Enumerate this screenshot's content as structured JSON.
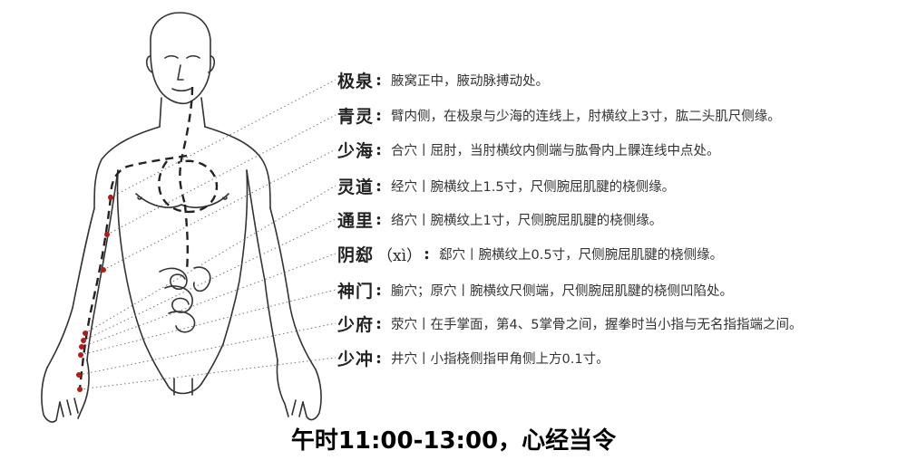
{
  "points": [
    {
      "name": "极泉",
      "pinyin": "",
      "desc": "腋窝正中，腋动脉搏动处。"
    },
    {
      "name": "青灵",
      "pinyin": "",
      "desc": "臂内侧，在极泉与少海的连线上，肘横纹上3寸，肱二头肌尺侧缘。"
    },
    {
      "name": "少海",
      "pinyin": "",
      "desc": "合穴丨屈肘，当肘横纹内侧端与肱骨内上髁连线中点处。"
    },
    {
      "name": "灵道",
      "pinyin": "",
      "desc": "经穴丨腕横纹上1.5寸，尺侧腕屈肌腱的桡侧缘。"
    },
    {
      "name": "通里",
      "pinyin": "",
      "desc": "络穴丨腕横纹上1寸，尺侧腕屈肌腱的桡侧缘。"
    },
    {
      "name": "阴郄",
      "pinyin": "（xì）",
      "desc": "郄穴丨腕横纹上0.5寸，尺侧腕屈肌腱的桡侧缘。"
    },
    {
      "name": "神门",
      "pinyin": "",
      "desc": "腧穴；原穴丨腕横纹尺侧端，尺侧腕屈肌腱的桡侧凹陷处。"
    },
    {
      "name": "少府",
      "pinyin": "",
      "desc": "荥穴丨在手掌面，第4、5掌骨之间，握拳时当小指与无名指指端之间。"
    },
    {
      "name": "少冲",
      "pinyin": "",
      "desc": "井穴丨小指桡侧指甲角侧上方0.1寸。"
    }
  ],
  "caption": "午时11:00-13:00，心经当令",
  "colors": {
    "point": "#b31b1b",
    "line": "#666666",
    "figure": "#333333"
  }
}
